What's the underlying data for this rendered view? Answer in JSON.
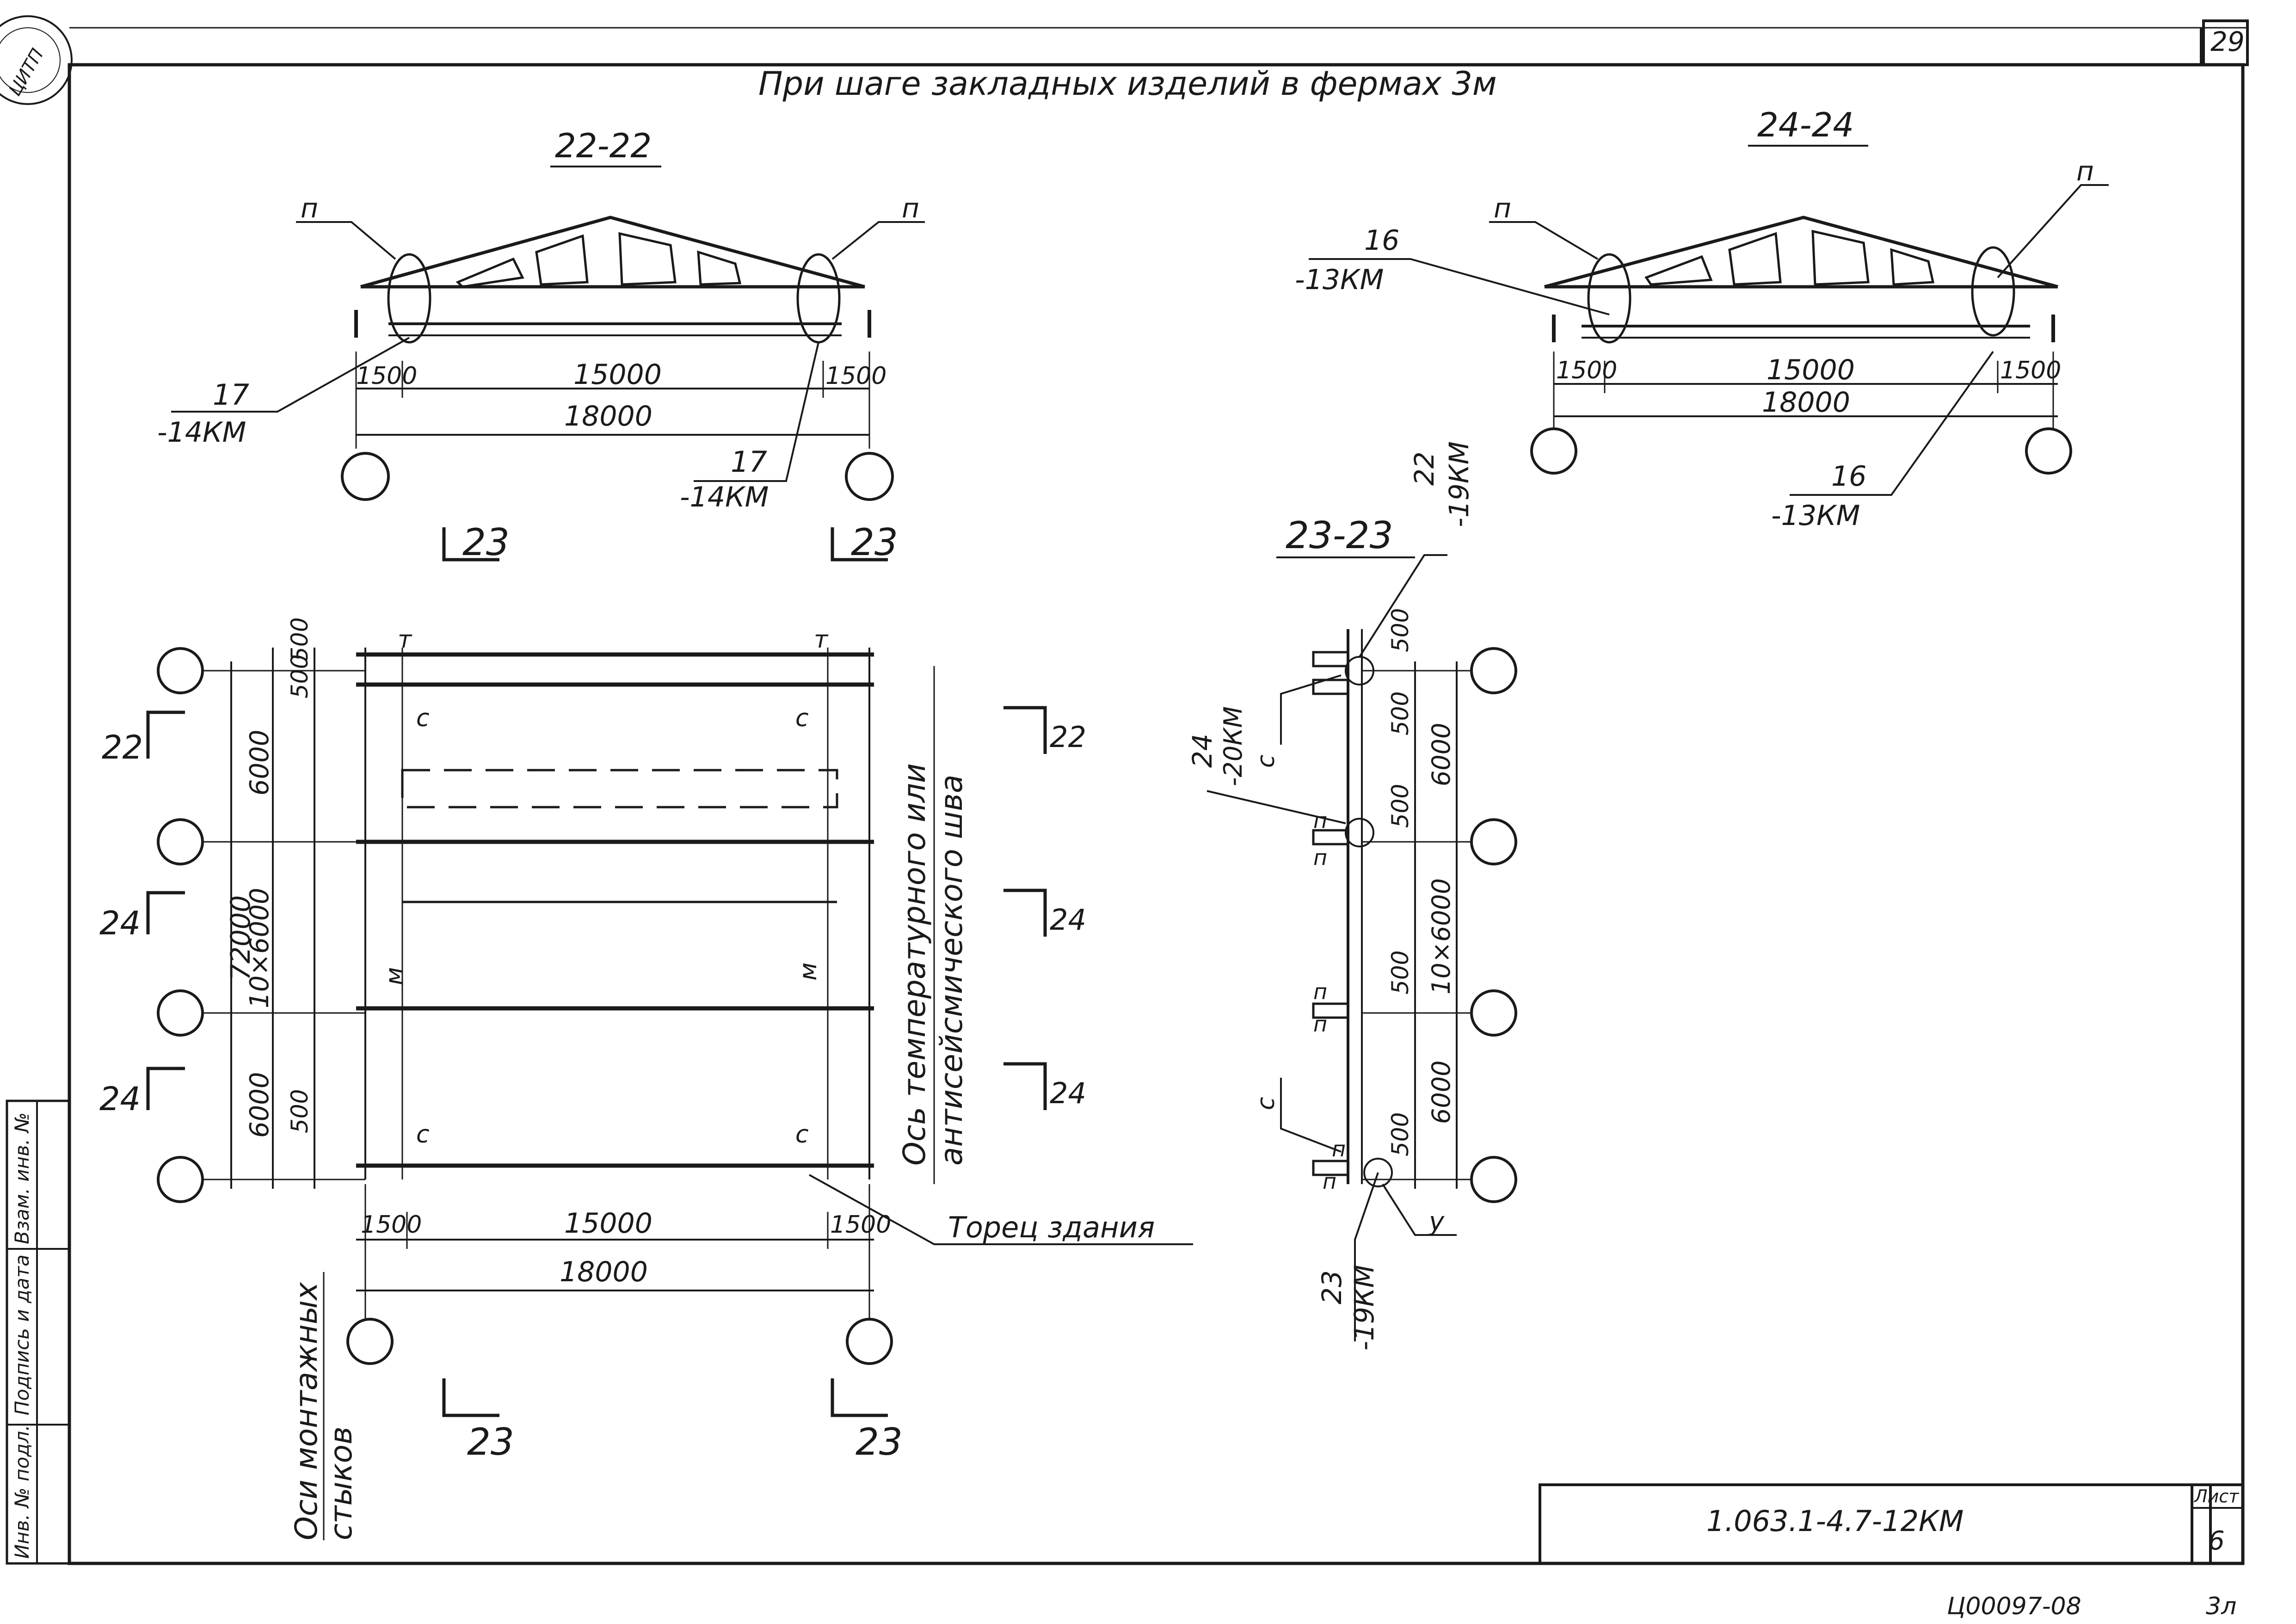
{
  "sheet": {
    "page_corner": "29",
    "title": "При шаге закладных изделий в фермах 3м",
    "designation": "1.063.1-4.7-12КМ",
    "sheet_label": "Лист",
    "sheet_number": "6",
    "inventory": "Ц00097-08",
    "format": "3л",
    "stamp": "ЦИТП"
  },
  "side_stamp": {
    "inv_podl": "Инв. № подл.",
    "podpis": "Подпись и дата",
    "vzam": "Взам. инв. №"
  },
  "section_22": {
    "title": "22-22",
    "mark_p_left": "п",
    "mark_p_right": "п",
    "dim_left": "1500",
    "dim_mid": "15000",
    "dim_right": "1500",
    "dim_total": "18000",
    "ref_left_num": "17",
    "ref_left_den": "-14КМ",
    "ref_right_num": "17",
    "ref_right_den": "-14КМ"
  },
  "section_24": {
    "title": "24-24",
    "mark_p_left": "п",
    "mark_p_right": "п",
    "ref_top_num": "16",
    "ref_top_den": "-13КМ",
    "ref_bot_num": "16",
    "ref_bot_den": "-13КМ",
    "dim_left": "1500",
    "dim_mid": "15000",
    "dim_right": "1500",
    "dim_total": "18000"
  },
  "plan": {
    "cut_23": "23",
    "cut_22": "22",
    "cut_24": "24",
    "dim_500": "500",
    "dim_6000": "6000",
    "dim_10x6000": "10×6000",
    "dim_72000": "72000",
    "dim_left": "1500",
    "dim_mid": "15000",
    "dim_right": "1500",
    "dim_total": "18000",
    "mark_c": "с",
    "mark_m": "м",
    "mark_t": "т",
    "axis_note_line1": "Ось температурного или",
    "axis_note_line2": "антисейсмического шва",
    "facade_note": "Торец здания",
    "mount_axes_line1": "Оси монтажных",
    "mount_axes_line2": "стыков"
  },
  "section_23": {
    "title": "23-23",
    "ref_top_num": "22",
    "ref_top_den": "-19КМ",
    "ref_mid_num": "24",
    "ref_mid_den": "-20КМ",
    "ref_bot_num": "23",
    "ref_bot_den": "-19КМ",
    "mark_c": "с",
    "mark_p": "п",
    "mark_u": "у",
    "dim_500": "500",
    "dim_6000": "6000",
    "dim_10x6000": "10×6000"
  }
}
